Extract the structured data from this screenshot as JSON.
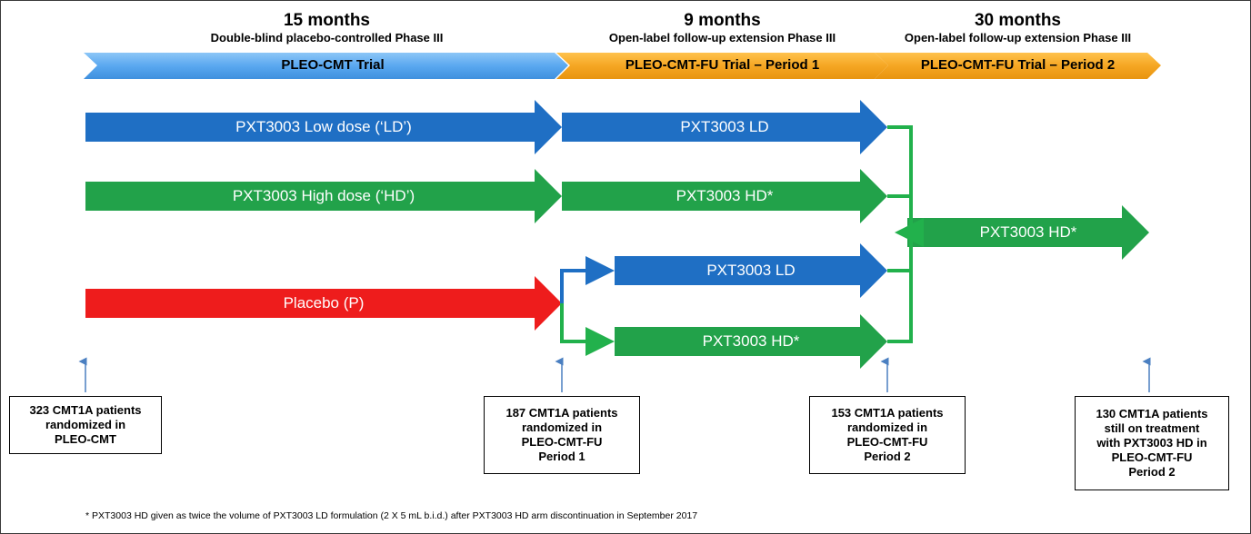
{
  "headers": [
    {
      "duration": "15 months",
      "subtitle": "Double-blind placebo-controlled Phase III",
      "trial": "PLEO-CMT Trial",
      "color": "#5aa8f0"
    },
    {
      "duration": "9 months",
      "subtitle": "Open-label follow-up extension Phase III",
      "trial": "PLEO-CMT-FU Trial – Period 1",
      "color": "#f5a623"
    },
    {
      "duration": "30 months",
      "subtitle": "Open-label follow-up extension Phase III",
      "trial": "PLEO-CMT-FU Trial – Period 2",
      "color": "#f5a623"
    }
  ],
  "arms": {
    "ld_main": "PXT3003 Low dose (‘LD’)",
    "hd_main": "PXT3003 High dose (‘HD’)",
    "placebo": "Placebo (P)",
    "ld_fu1": "PXT3003 LD",
    "hd_fu1": "PXT3003 HD*",
    "p_ld_fu1": "PXT3003 LD",
    "p_hd_fu1": "PXT3003 HD*",
    "hd_fu2": "PXT3003 HD*"
  },
  "colors": {
    "ld": "#1f6fc4",
    "hd": "#22a24a",
    "placebo": "#ee1c1c",
    "connector": "#22b14c",
    "marker": "#4a7fc1"
  },
  "boxes": [
    {
      "text": "323 CMT1A patients\nrandomized in\nPLEO-CMT"
    },
    {
      "text": "187 CMT1A patients\nrandomized in\nPLEO-CMT-FU\nPeriod 1"
    },
    {
      "text": "153 CMT1A patients\nrandomized in\nPLEO-CMT-FU\nPeriod 2"
    },
    {
      "text": "130 CMT1A patients\nstill on treatment\nwith PXT3003 HD in\nPLEO-CMT-FU\nPeriod 2"
    }
  ],
  "footnote": "* PXT3003 HD given as twice the volume of PXT3003 LD formulation (2 X 5 mL b.i.d.) after PXT3003 HD arm discontinuation in September 2017"
}
